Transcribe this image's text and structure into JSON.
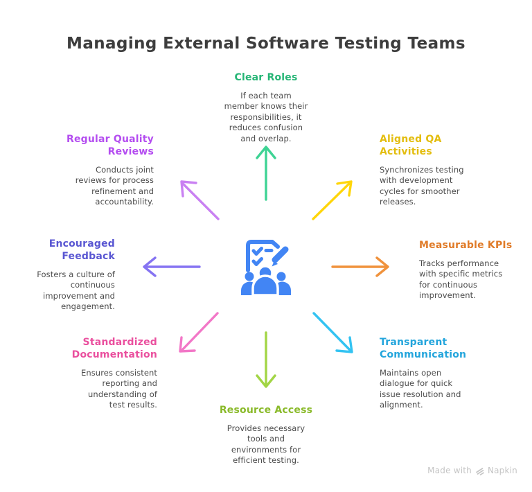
{
  "title": "Managing External Software Testing Teams",
  "center": {
    "icon": "team-checklist-icon",
    "color": "#4285f4"
  },
  "items": [
    {
      "label": "Clear Roles",
      "color": "#25b575",
      "arrow": "#3ed394",
      "description": "If each team\nmember knows their\nresponsibilities, it\nreduces confusion\nand overlap."
    },
    {
      "label": "Aligned QA\nActivities",
      "color": "#e3bd0e",
      "arrow": "#ffd60a",
      "description": "Synchronizes testing\nwith development\ncycles for smoother\nreleases."
    },
    {
      "label": "Measurable KPIs",
      "color": "#e07b28",
      "arrow": "#f0923c",
      "description": "Tracks performance\nwith specific metrics\nfor continuous\nimprovement."
    },
    {
      "label": "Transparent\nCommunication",
      "color": "#23a5dc",
      "arrow": "#33c3f2",
      "description": "Maintains open\ndialogue for quick\nissue resolution and\nalignment."
    },
    {
      "label": "Resource Access",
      "color": "#8aba2a",
      "arrow": "#a2d545",
      "description": "Provides necessary\ntools and\nenvironments for\nefficient testing."
    },
    {
      "label": "Standardized\nDocumentation",
      "color": "#ea4f9e",
      "arrow": "#f277c7",
      "description": "Ensures consistent\nreporting and\nunderstanding of\ntest results."
    },
    {
      "label": "Encouraged\nFeedback",
      "color": "#5956d2",
      "arrow": "#8573f2",
      "description": "Fosters a culture of\ncontinuous\nimprovement and\nengagement."
    },
    {
      "label": "Regular Quality\nReviews",
      "color": "#b44df0",
      "arrow": "#c980f2",
      "description": "Conducts joint\nreviews for process\nrefinement and\naccountability."
    }
  ],
  "footer": {
    "text": "Made with",
    "brand": "Napkin",
    "icon": "napkin-logo-icon"
  }
}
